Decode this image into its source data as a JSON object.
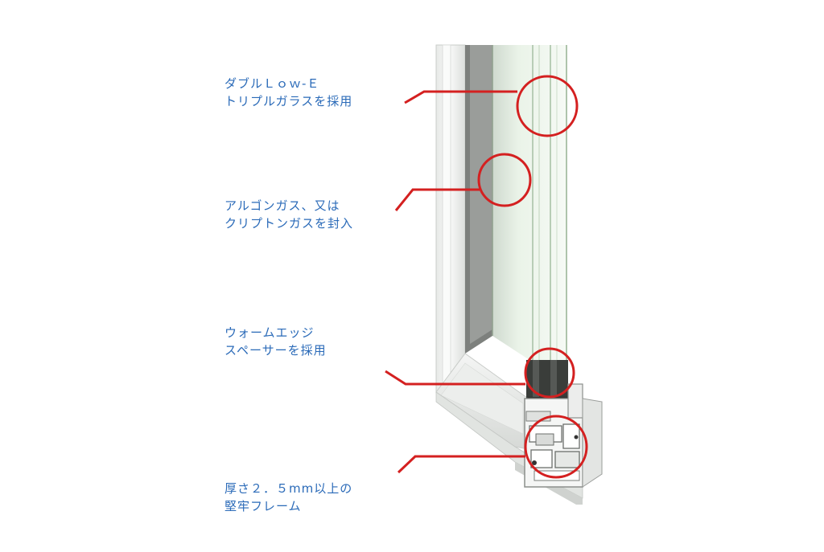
{
  "callouts": {
    "triple_glass": {
      "line1": "ダブルＬｏｗ-Ｅ",
      "line2": "トリプルガラスを採用"
    },
    "gas_fill": {
      "line1": "アルゴンガス、又は",
      "line2": "クリプトンガスを封入"
    },
    "warm_edge": {
      "line1": "ウォームエッジ",
      "line2": "スペーサーを採用"
    },
    "frame": {
      "line1": "厚さ２．５mm以上の",
      "line2": "堅牢フレーム"
    }
  },
  "colors": {
    "label_text": "#2a6ab8",
    "callout": "#d42020",
    "frame": "#f2f3f2",
    "glass": "#e6f0e4"
  }
}
